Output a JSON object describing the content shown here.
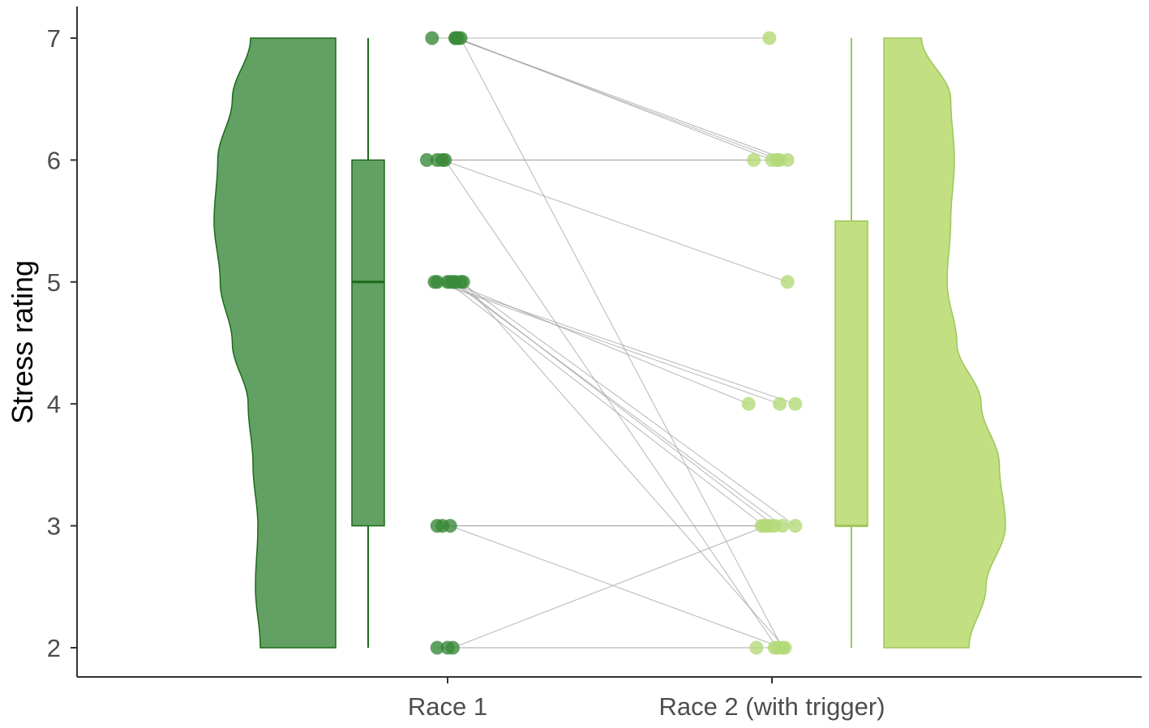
{
  "chart_data": {
    "type": "raincloud",
    "title": "",
    "xlabel": "",
    "ylabel": "Stress rating",
    "ylim": [
      1.75,
      7.25
    ],
    "yticks": [
      2,
      3,
      4,
      5,
      6,
      7
    ],
    "categories": [
      "Race 1",
      "Race 2 (with trigger)"
    ],
    "grid": false,
    "legend": "none",
    "colors": {
      "race1_fill": "#63a063",
      "race1_line": "#1a6b1a",
      "race1_point": "#3a8a3a",
      "race2_fill": "#c2df82",
      "race2_line": "#9cc75a",
      "race2_point": "#b3d977",
      "pair_line": "#9e9e9e",
      "axis": "#333333"
    },
    "series": [
      {
        "category": "Race 1",
        "box": {
          "min": 2,
          "q1": 3,
          "median": 5,
          "q3": 6,
          "max": 7
        },
        "density": [
          [
            2,
            0.62
          ],
          [
            2.5,
            0.66
          ],
          [
            3,
            0.64
          ],
          [
            3.5,
            0.68
          ],
          [
            4,
            0.72
          ],
          [
            4.5,
            0.85
          ],
          [
            5,
            0.95
          ],
          [
            5.5,
            1.0
          ],
          [
            6,
            0.97
          ],
          [
            6.5,
            0.85
          ],
          [
            7,
            0.7
          ]
        ]
      },
      {
        "category": "Race 2 (with trigger)",
        "box": {
          "min": 2,
          "q1": 3,
          "median": 3,
          "q3": 5.5,
          "max": 7
        },
        "density": [
          [
            2,
            0.7
          ],
          [
            2.5,
            0.84
          ],
          [
            3,
            1.0
          ],
          [
            3.5,
            0.95
          ],
          [
            4,
            0.8
          ],
          [
            4.5,
            0.6
          ],
          [
            5,
            0.52
          ],
          [
            5.5,
            0.55
          ],
          [
            6,
            0.58
          ],
          [
            6.5,
            0.55
          ],
          [
            7,
            0.31
          ]
        ]
      }
    ],
    "pairs": [
      {
        "race1": 7,
        "race2": 7,
        "j1": -0.6,
        "j2": -0.1
      },
      {
        "race1": 7,
        "race2": 6,
        "j1": 0.3,
        "j2": 0.3
      },
      {
        "race1": 7,
        "race2": 6,
        "j1": 0.3,
        "j2": 0.6
      },
      {
        "race1": 7,
        "race2": 6,
        "j1": 0.4,
        "j2": 0.0
      },
      {
        "race1": 7,
        "race2": 2,
        "j1": 0.5,
        "j2": 0.4
      },
      {
        "race1": 6,
        "race2": 6,
        "j1": -0.8,
        "j2": -0.7
      },
      {
        "race1": 6,
        "race2": 6,
        "j1": -0.4,
        "j2": 0.2
      },
      {
        "race1": 6,
        "race2": 5,
        "j1": -0.2,
        "j2": 0.6
      },
      {
        "race1": 6,
        "race2": 2,
        "j1": -0.1,
        "j2": 0.2
      },
      {
        "race1": 5,
        "race2": 4,
        "j1": -0.5,
        "j2": 0.3
      },
      {
        "race1": 5,
        "race2": 4,
        "j1": -0.4,
        "j2": 0.9
      },
      {
        "race1": 5,
        "race2": 3,
        "j1": 0.2,
        "j2": 0.4
      },
      {
        "race1": 5,
        "race2": 3,
        "j1": 0.3,
        "j2": 0.1
      },
      {
        "race1": 5,
        "race2": 3,
        "j1": 0.0,
        "j2": -0.3
      },
      {
        "race1": 5,
        "race2": 3,
        "j1": 0.5,
        "j2": 0.9
      },
      {
        "race1": 5,
        "race2": 2,
        "j1": 0.6,
        "j2": 0.5
      },
      {
        "race1": 5,
        "race2": 4,
        "j1": 0.1,
        "j2": -0.9
      },
      {
        "race1": 3,
        "race2": 3,
        "j1": -0.4,
        "j2": -0.4
      },
      {
        "race1": 3,
        "race2": 3,
        "j1": -0.2,
        "j2": -0.1
      },
      {
        "race1": 3,
        "race2": 2,
        "j1": 0.1,
        "j2": 0.4
      },
      {
        "race1": 2,
        "race2": 3,
        "j1": 0.2,
        "j2": -0.2
      },
      {
        "race1": 2,
        "race2": 2,
        "j1": -0.4,
        "j2": -0.6
      },
      {
        "race1": 2,
        "race2": 2,
        "j1": 0.0,
        "j2": 0.1
      }
    ]
  }
}
